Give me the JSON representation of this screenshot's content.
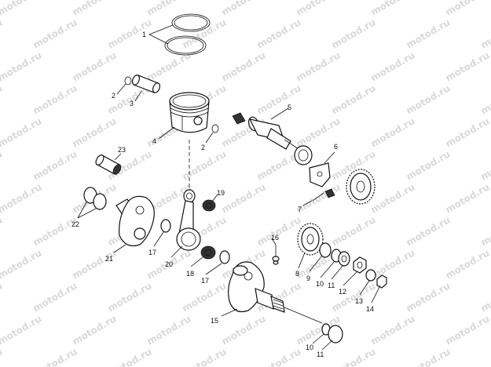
{
  "watermark": "motod.ru",
  "callouts": [
    {
      "id": "c1",
      "text": "1"
    },
    {
      "id": "c2a",
      "text": "2"
    },
    {
      "id": "c2b",
      "text": "2"
    },
    {
      "id": "c3",
      "text": "3"
    },
    {
      "id": "c4",
      "text": "4"
    },
    {
      "id": "c5",
      "text": "5"
    },
    {
      "id": "c6",
      "text": "6"
    },
    {
      "id": "c7",
      "text": "7"
    },
    {
      "id": "c8",
      "text": "8"
    },
    {
      "id": "c9",
      "text": "9"
    },
    {
      "id": "c10a",
      "text": "10"
    },
    {
      "id": "c10b",
      "text": "10"
    },
    {
      "id": "c11a",
      "text": "11"
    },
    {
      "id": "c11b",
      "text": "11"
    },
    {
      "id": "c12",
      "text": "12"
    },
    {
      "id": "c13",
      "text": "13"
    },
    {
      "id": "c14",
      "text": "14"
    },
    {
      "id": "c15",
      "text": "15"
    },
    {
      "id": "c16",
      "text": "16"
    },
    {
      "id": "c17a",
      "text": "17"
    },
    {
      "id": "c17b",
      "text": "17"
    },
    {
      "id": "c18",
      "text": "18"
    },
    {
      "id": "c19",
      "text": "19"
    },
    {
      "id": "c20",
      "text": "20"
    },
    {
      "id": "c21",
      "text": "21"
    },
    {
      "id": "c22",
      "text": "22"
    },
    {
      "id": "c23",
      "text": "23"
    }
  ]
}
